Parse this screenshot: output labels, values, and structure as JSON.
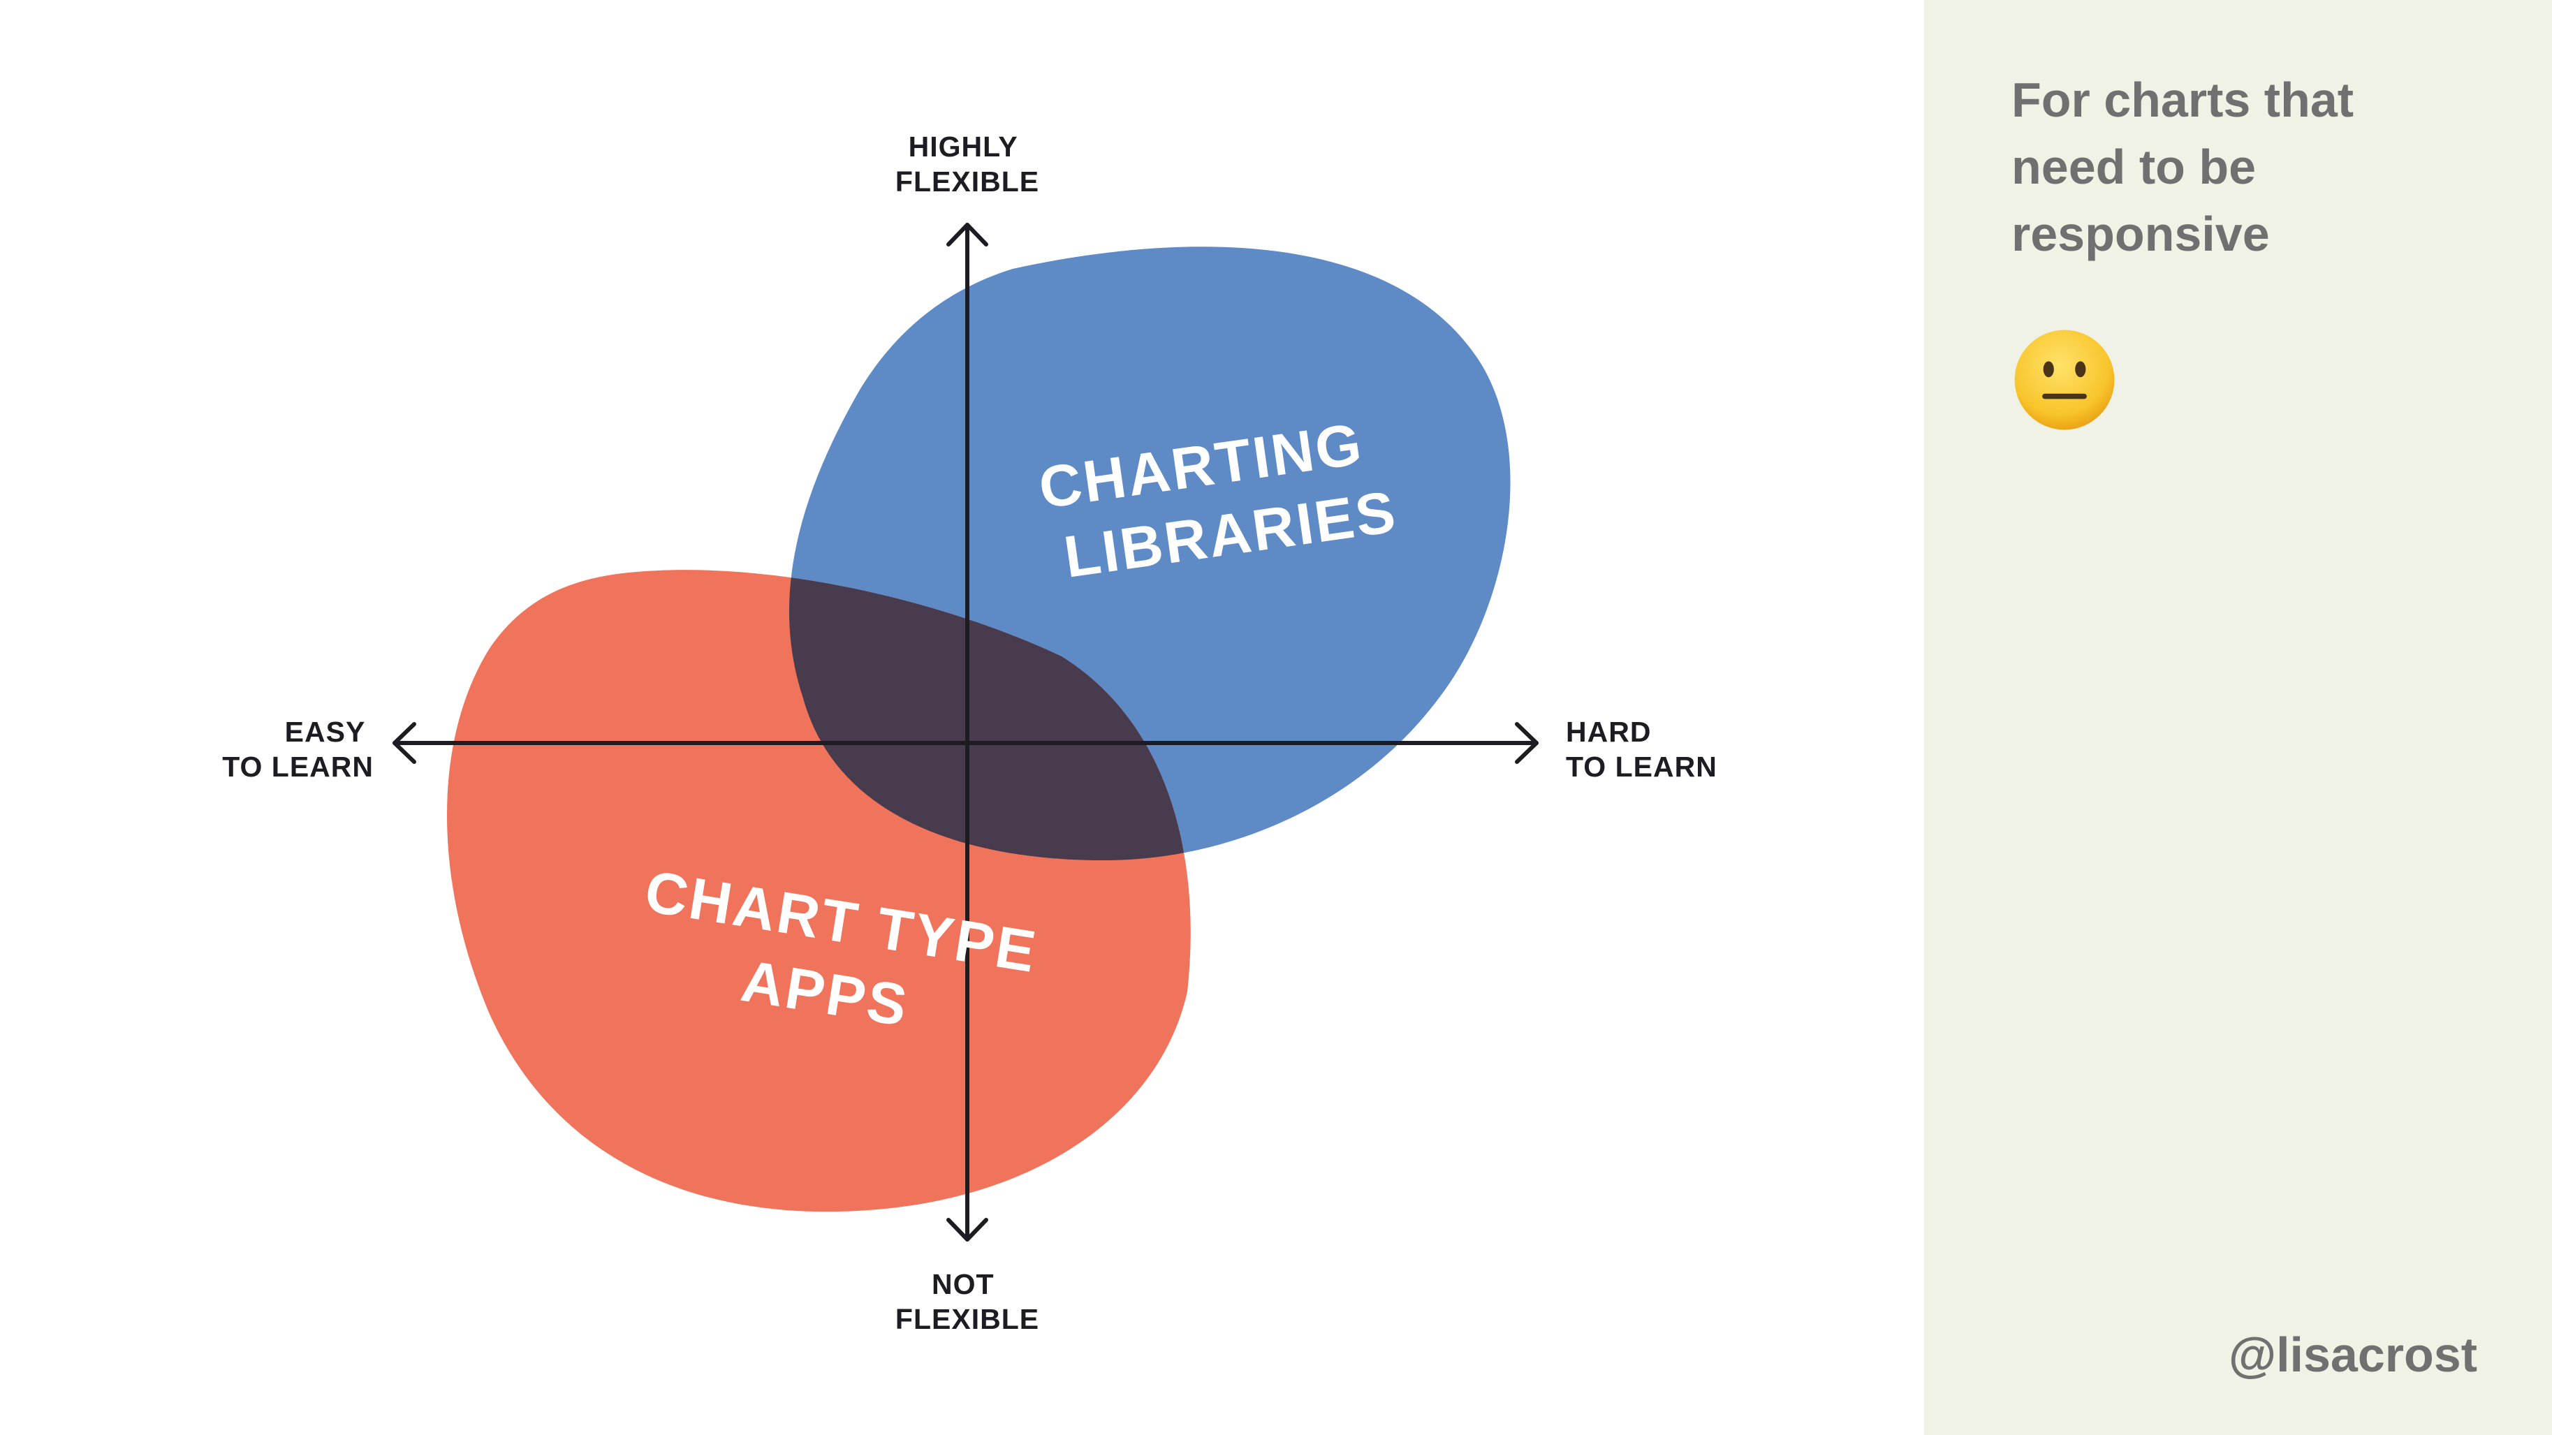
{
  "diagram": {
    "axes": {
      "top": [
        "HIGHLY",
        "FLEXIBLE"
      ],
      "bottom": [
        "NOT",
        "FLEXIBLE"
      ],
      "left": [
        "EASY",
        "TO LEARN"
      ],
      "right": [
        "HARD",
        "TO LEARN"
      ]
    },
    "blobs": [
      {
        "lines": [
          "CHARTING",
          "LIBRARIES"
        ],
        "color": "#5e8ac5"
      },
      {
        "lines": [
          "CHART TYPE",
          "APPS"
        ],
        "color": "#f0735c"
      }
    ],
    "overlap_color": "#493b4e",
    "axis_color": "#1c1c22"
  },
  "sidebar": {
    "text_lines": [
      "For charts that",
      "need to be",
      "responsive"
    ],
    "emoji": "neutral-face-icon",
    "handle": "@lisacrost"
  }
}
